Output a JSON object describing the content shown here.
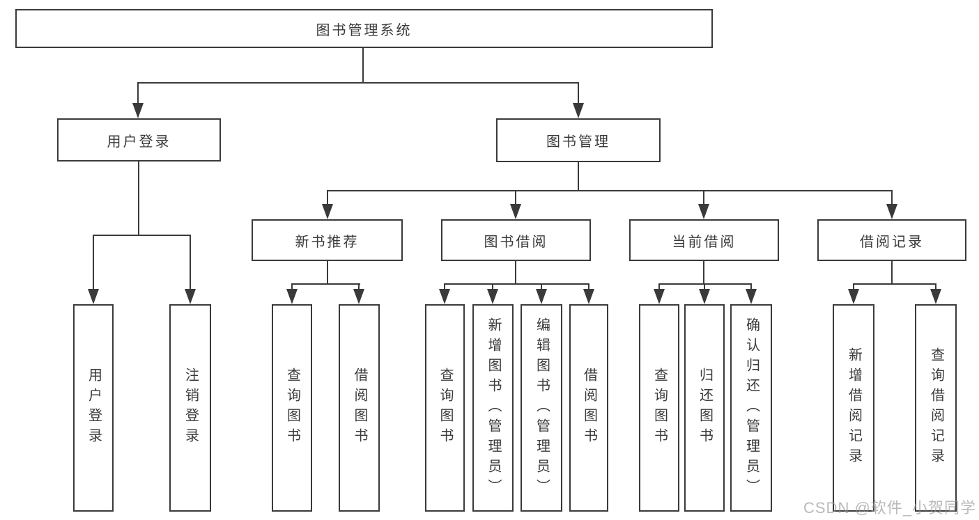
{
  "diagram": {
    "root": {
      "label": "图书管理系统"
    },
    "level2": {
      "user_login": {
        "label": "用户登录"
      },
      "book_mgmt": {
        "label": "图书管理"
      }
    },
    "level3": {
      "new_book": {
        "label": "新书推荐"
      },
      "borrow": {
        "label": "图书借阅"
      },
      "current": {
        "label": "当前借阅"
      },
      "records": {
        "label": "借阅记录"
      }
    },
    "leaves": {
      "user_login": [
        "用户登录",
        "注销登录"
      ],
      "new_book": [
        "查询图书",
        "借阅图书"
      ],
      "borrow": [
        "查询图书",
        "新增图书（管理员）",
        "编辑图书（管理员）",
        "借阅图书"
      ],
      "current": [
        "查询图书",
        "归还图书",
        "确认归还（管理员）"
      ],
      "records": [
        "新增借阅记录",
        "查询借阅记录"
      ]
    }
  },
  "watermark": {
    "text": "CSDN @软件_小贺同学"
  },
  "colors": {
    "line": "#3a3a3a",
    "text": "#3a3a3a",
    "background": "#ffffff",
    "watermark": "#949494"
  }
}
